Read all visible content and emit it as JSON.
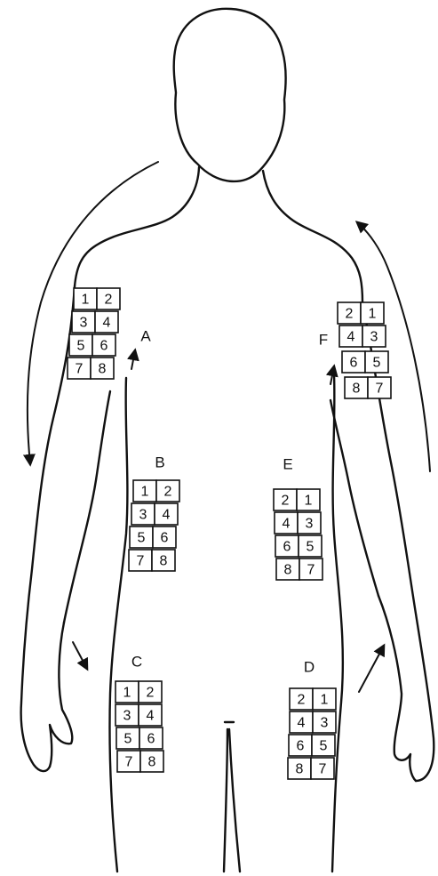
{
  "sites": [
    {
      "id": "A",
      "label": "A",
      "numbers": [
        1,
        2,
        3,
        4,
        5,
        6,
        7,
        8
      ]
    },
    {
      "id": "B",
      "label": "B",
      "numbers": [
        1,
        2,
        3,
        4,
        5,
        6,
        7,
        8
      ]
    },
    {
      "id": "C",
      "label": "C",
      "numbers": [
        1,
        2,
        3,
        4,
        5,
        6,
        7,
        8
      ]
    },
    {
      "id": "D",
      "label": "D",
      "numbers": [
        2,
        1,
        4,
        3,
        6,
        5,
        8,
        7
      ]
    },
    {
      "id": "E",
      "label": "E",
      "numbers": [
        2,
        1,
        4,
        3,
        6,
        5,
        8,
        7
      ]
    },
    {
      "id": "F",
      "label": "F",
      "numbers": [
        2,
        1,
        4,
        3,
        6,
        5,
        8,
        7
      ]
    }
  ]
}
